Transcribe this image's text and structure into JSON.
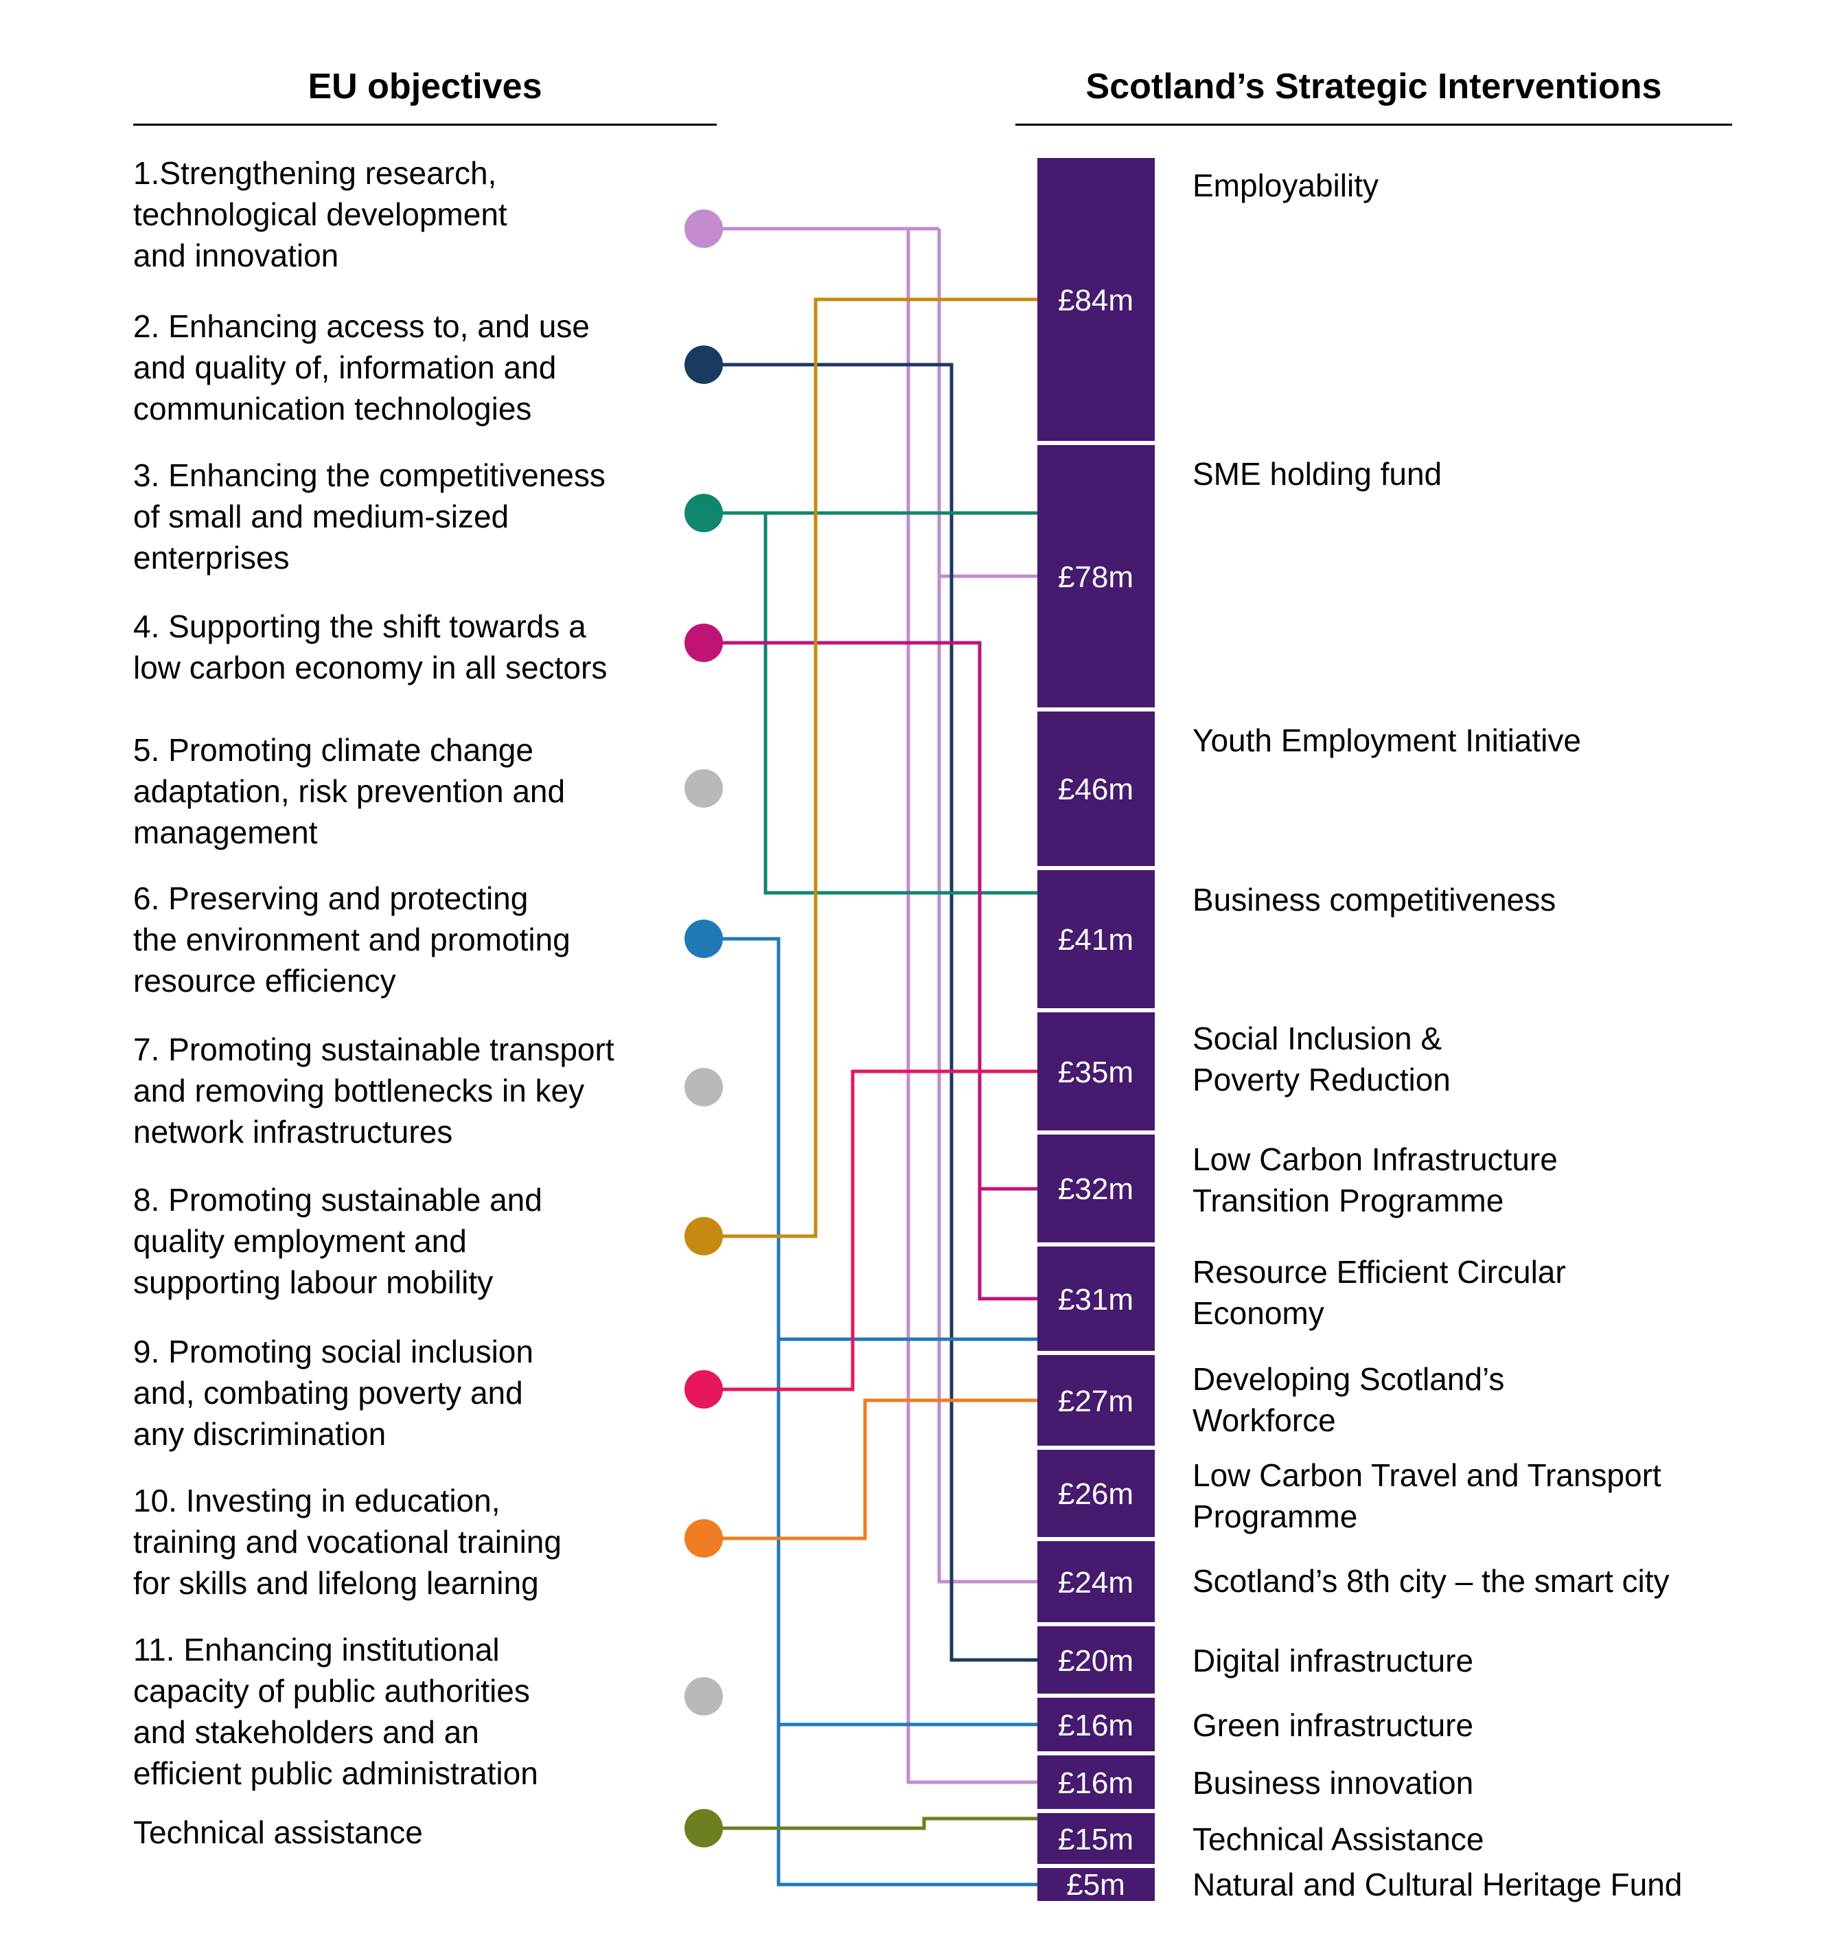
{
  "titles": {
    "left": "EU objectives",
    "right": "Scotland’s Strategic Interventions"
  },
  "bar_color": "#461a6e",
  "objectives": [
    {
      "label": "1.Strengthening research,\ntechnological development\nand innovation",
      "color": "#c28cce",
      "connects_to": [
        "SME holding fund",
        "Scotland’s 8th city – the smart city",
        "Business innovation"
      ]
    },
    {
      "label": "2. Enhancing access to, and use\nand quality of, information and\ncommunication technologies",
      "color": "#1b3a5f",
      "connects_to": [
        "Digital infrastructure"
      ]
    },
    {
      "label": "3. Enhancing the competitiveness\nof small and medium-sized\nenterprises",
      "color": "#10866e",
      "connects_to": [
        "SME holding fund",
        "Business competitiveness"
      ]
    },
    {
      "label": "4. Supporting the shift towards a\nlow carbon economy in all sectors",
      "color": "#c01376",
      "connects_to": [
        "Low Carbon Infrastructure Transition Programme",
        "Resource Efficient Circular Economy"
      ]
    },
    {
      "label": "5. Promoting climate change\nadaptation, risk prevention and\nmanagement",
      "color": "#b9b9b9",
      "connects_to": []
    },
    {
      "label": "6. Preserving and protecting\nthe environment and promoting\nresource efficiency",
      "color": "#2179b8",
      "connects_to": [
        "Resource Efficient Circular Economy",
        "Green infrastructure",
        "Natural and Cultural Heritage Fund"
      ]
    },
    {
      "label": "7. Promoting sustainable transport\nand removing bottlenecks in key\nnetwork infrastructures",
      "color": "#b9b9b9",
      "connects_to": []
    },
    {
      "label": "8. Promoting sustainable and\nquality employment and\nsupporting labour mobility",
      "color": "#c68a12",
      "connects_to": [
        "Employability"
      ]
    },
    {
      "label": "9. Promoting social inclusion\nand, combating poverty and\nany discrimination",
      "color": "#e6175c",
      "connects_to": [
        "Social Inclusion & Poverty Reduction"
      ]
    },
    {
      "label": "10. Investing in education,\ntraining and vocational training\nfor skills and lifelong learning",
      "color": "#ee7d23",
      "connects_to": [
        "Developing Scotland’s Workforce"
      ]
    },
    {
      "label": "11. Enhancing institutional\ncapacity of public authorities\nand stakeholders and an\nefficient public administration",
      "color": "#b9b9b9",
      "connects_to": []
    },
    {
      "label": "Technical assistance",
      "color": "#6c7f21",
      "connects_to": [
        "Technical Assistance"
      ]
    }
  ],
  "interventions": [
    {
      "label": "Employability",
      "amount": "£84m",
      "value_millions": 84
    },
    {
      "label": "SME holding fund",
      "amount": "£78m",
      "value_millions": 78
    },
    {
      "label": "Youth Employment Initiative",
      "amount": "£46m",
      "value_millions": 46
    },
    {
      "label": "Business competitiveness",
      "amount": "£41m",
      "value_millions": 41
    },
    {
      "label": "Social Inclusion &\nPoverty Reduction",
      "amount": "£35m",
      "value_millions": 35
    },
    {
      "label": "Low Carbon Infrastructure\nTransition Programme",
      "amount": "£32m",
      "value_millions": 32
    },
    {
      "label": "Resource Efficient Circular\nEconomy",
      "amount": "£31m",
      "value_millions": 31
    },
    {
      "label": "Developing Scotland’s\nWorkforce",
      "amount": "£27m",
      "value_millions": 27
    },
    {
      "label": "Low Carbon Travel and Transport\nProgramme",
      "amount": "£26m",
      "value_millions": 26
    },
    {
      "label": "Scotland’s 8th city – the smart city",
      "amount": "£24m",
      "value_millions": 24
    },
    {
      "label": "Digital infrastructure",
      "amount": "£20m",
      "value_millions": 20
    },
    {
      "label": "Green infrastructure",
      "amount": "£16m",
      "value_millions": 16
    },
    {
      "label": "Business innovation",
      "amount": "£16m",
      "value_millions": 16
    },
    {
      "label": "Technical Assistance",
      "amount": "£15m",
      "value_millions": 15
    },
    {
      "label": "Natural and Cultural Heritage Fund",
      "amount": "£5m",
      "value_millions": 5
    }
  ]
}
